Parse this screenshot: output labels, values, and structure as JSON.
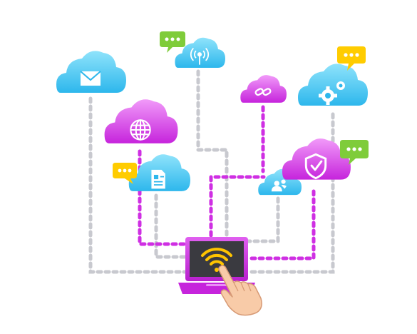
{
  "colors": {
    "cyan_cloud": "#39c3f2",
    "cyan_cloud_light": "#8fe3fb",
    "magenta_cloud": "#cf2fe3",
    "magenta_cloud_light": "#ee8cf7",
    "line_gray": "#c8c9cf",
    "line_magenta": "#cf2fe3",
    "bubble_green": "#7fcc3a",
    "bubble_yellow": "#ffcc00",
    "laptop_body": "#cf2fe3",
    "laptop_screen": "#3a3a40",
    "wifi_yellow": "#ffc400",
    "hand_skin": "#f8cba8"
  },
  "clouds": [
    {
      "id": "mail",
      "icon": "envelope-icon",
      "color": "cyan"
    },
    {
      "id": "antenna",
      "icon": "antenna-icon",
      "color": "cyan"
    },
    {
      "id": "link",
      "icon": "link-icon",
      "color": "magenta"
    },
    {
      "id": "settings",
      "icon": "gears-icon",
      "color": "cyan"
    },
    {
      "id": "globe",
      "icon": "globe-icon",
      "color": "magenta"
    },
    {
      "id": "document",
      "icon": "document-icon",
      "color": "cyan"
    },
    {
      "id": "users",
      "icon": "users-icon",
      "color": "cyan"
    },
    {
      "id": "security",
      "icon": "shield-check-icon",
      "color": "magenta"
    }
  ],
  "chat_bubbles": [
    {
      "id": "antenna-chat",
      "color": "green"
    },
    {
      "id": "settings-chat",
      "color": "yellow"
    },
    {
      "id": "document-chat",
      "color": "yellow"
    },
    {
      "id": "security-chat",
      "color": "green"
    }
  ],
  "device": {
    "type": "laptop",
    "screen_icon": "wifi-icon",
    "pointer": "hand-pointer-icon"
  }
}
